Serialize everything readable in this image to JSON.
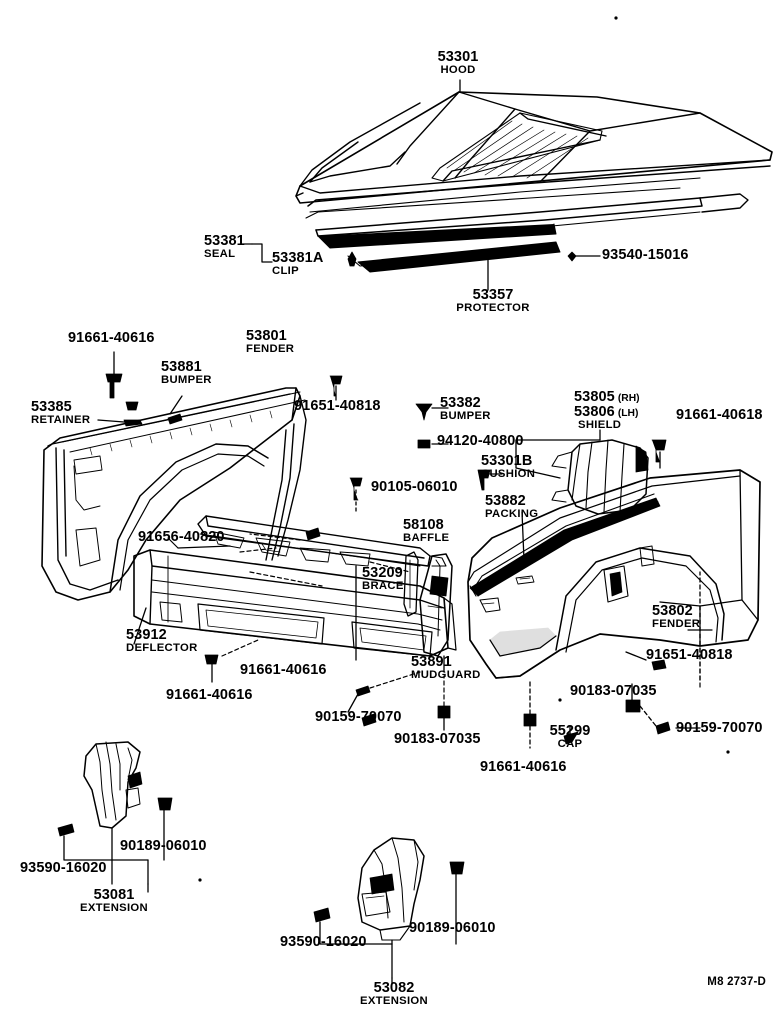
{
  "sheet": {
    "footer_code": "M8 2737-D",
    "line_color": "#000000",
    "background": "#ffffff"
  },
  "labels": {
    "hood": {
      "part_no": "53301",
      "name": "HOOD"
    },
    "seal": {
      "part_no": "53381",
      "name": "SEAL"
    },
    "clip": {
      "part_no": "53381A",
      "name": "CLIP"
    },
    "protector": {
      "part_no": "53357",
      "name": "PROTECTOR"
    },
    "screw_93540": {
      "part_no": "93540-15016",
      "name": ""
    },
    "bolt_91661_top": {
      "part_no": "91661-40616",
      "name": ""
    },
    "fender_left": {
      "part_no": "53801",
      "name": "FENDER"
    },
    "bumper_53881": {
      "part_no": "53881",
      "name": "BUMPER"
    },
    "retainer": {
      "part_no": "53385",
      "name": "RETAINER"
    },
    "bolt_91651_left": {
      "part_no": "91651-40818",
      "name": ""
    },
    "bumper_53382": {
      "part_no": "53382",
      "name": "BUMPER"
    },
    "clip_94120": {
      "part_no": "94120-40800",
      "name": ""
    },
    "cushion": {
      "part_no": "53301B",
      "name": "CUSHION"
    },
    "shield_rh": {
      "part_no": "53805",
      "side": "(RH)"
    },
    "shield_lh": {
      "part_no": "53806",
      "side": "(LH)",
      "name": "SHIELD"
    },
    "bolt_91661_right": {
      "part_no": "91661-40618",
      "name": ""
    },
    "packing": {
      "part_no": "53882",
      "name": "PACKING"
    },
    "bolt_90105": {
      "part_no": "90105-06010",
      "name": ""
    },
    "baffle": {
      "part_no": "58108",
      "name": "BAFFLE"
    },
    "clip_91656": {
      "part_no": "91656-40820",
      "name": ""
    },
    "brace": {
      "part_no": "53209",
      "name": "BRACE"
    },
    "deflector": {
      "part_no": "53912",
      "name": "DEFLECTOR"
    },
    "bolt_91661_defl_a": {
      "part_no": "91661-40616",
      "name": ""
    },
    "bolt_91661_defl_b": {
      "part_no": "91661-40616",
      "name": ""
    },
    "screw_90159_left": {
      "part_no": "90159-70070",
      "name": ""
    },
    "clip_90183_left": {
      "part_no": "90183-07035",
      "name": ""
    },
    "mudguard": {
      "part_no": "53891",
      "name": "MUDGUARD"
    },
    "bolt_91661_mud": {
      "part_no": "91661-40616",
      "name": ""
    },
    "cap": {
      "part_no": "55299",
      "name": "CAP"
    },
    "clip_90183_right": {
      "part_no": "90183-07035",
      "name": ""
    },
    "screw_90159_right": {
      "part_no": "90159-70070",
      "name": ""
    },
    "fender_right": {
      "part_no": "53802",
      "name": "FENDER"
    },
    "bolt_91651_right": {
      "part_no": "91651-40818",
      "name": ""
    },
    "extension_left": {
      "part_no": "53081",
      "name": "EXTENSION"
    },
    "screw_93590_left": {
      "part_no": "93590-16020",
      "name": ""
    },
    "screw_90189_left": {
      "part_no": "90189-06010",
      "name": ""
    },
    "extension_right": {
      "part_no": "53082",
      "name": "EXTENSION"
    },
    "screw_93590_right": {
      "part_no": "93590-16020",
      "name": ""
    },
    "screw_90189_right": {
      "part_no": "90189-06010",
      "name": ""
    }
  }
}
